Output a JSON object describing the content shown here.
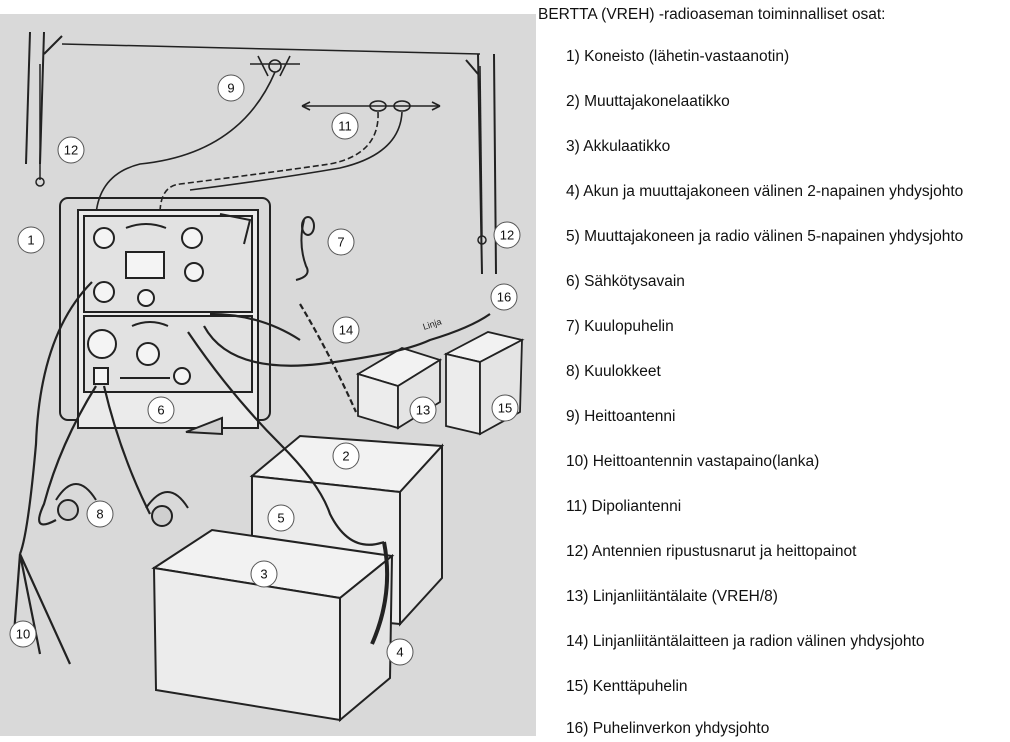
{
  "title": "BERTTA (VREH) -radioaseman toiminnalliset osat:",
  "colors": {
    "figure_background": "#d9d9d9",
    "ink": "#222222",
    "box_fill": "#f2f2f2"
  },
  "callouts": [
    "1",
    "2",
    "3",
    "4",
    "5",
    "6",
    "7",
    "8",
    "9",
    "10",
    "11",
    "12",
    "13",
    "14",
    "15",
    "16"
  ],
  "labels": {
    "cable_linja": "Linja"
  },
  "items": [
    "1) Koneisto (lähetin-vastaanotin)",
    "2) Muuttajakonelaatikko",
    "3) Akkulaatikko",
    "4) Akun ja muuttajakoneen välinen 2-napainen yhdysjohto",
    "5) Muuttajakoneen ja radio välinen 5-napainen yhdysjohto",
    "6) Sähkötysavain",
    "7) Kuulopuhelin",
    "8) Kuulokkeet",
    "9) Heittoantenni",
    "10) Heittoantennin vastapaino(lanka)",
    "11) Dipoliantenni",
    "12) Antennien ripustusnarut ja heittopainot",
    "13) Linjanliitäntälaite (VREH/8)",
    "14) Linjanliitäntälaitteen ja radion välinen yhdysjohto",
    "15) Kenttäpuhelin",
    "16) Puhelinverkon yhdysjohto"
  ]
}
